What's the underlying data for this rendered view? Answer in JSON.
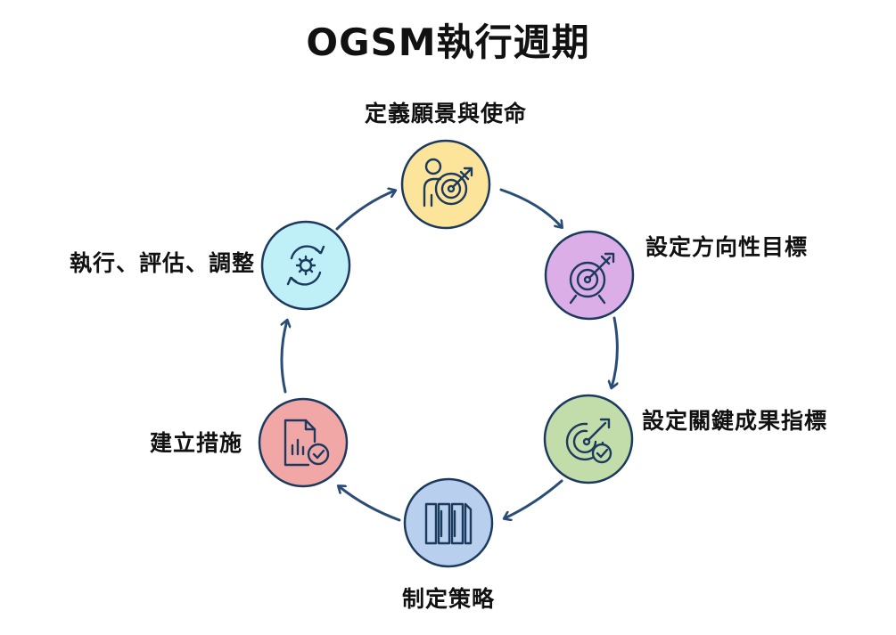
{
  "title": "OGSM執行週期",
  "steps": [
    {
      "label": "定義願景與使命",
      "icon": "person-target-icon",
      "color": "#fce49a"
    },
    {
      "label": "設定方向性目標",
      "icon": "target-arrow-icon",
      "color": "#dcaee8"
    },
    {
      "label": "設定關鍵成果指標",
      "icon": "target-check-icon",
      "color": "#c2dcaa"
    },
    {
      "label": "制定策略",
      "icon": "columns-icon",
      "color": "#b8d0ee"
    },
    {
      "label": "建立措施",
      "icon": "document-chart-check-icon",
      "color": "#f2a7a7"
    },
    {
      "label": "執行、評估、調整",
      "icon": "gear-cycle-icon",
      "color": "#bff0f7"
    }
  ],
  "colors": {
    "stroke": "#1c3a5e",
    "arrow": "#2a4d78"
  }
}
